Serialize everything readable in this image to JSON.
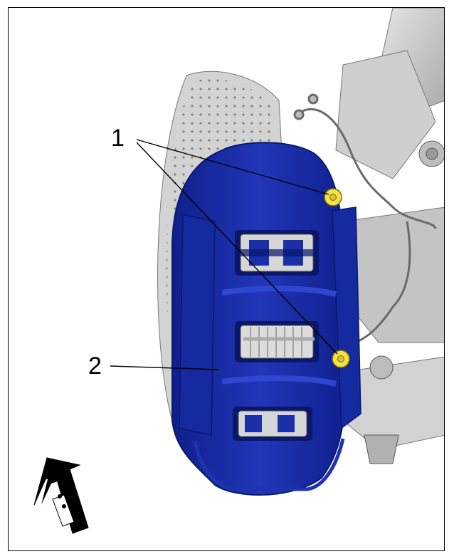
{
  "callouts": [
    {
      "id": "1",
      "label": "1",
      "meaning": "caliper-mounting-bolt"
    },
    {
      "id": "2",
      "label": "2",
      "meaning": "brake-caliper"
    }
  ],
  "colors": {
    "caliper": "#1a2fa8",
    "caliper_dark": "#0b1b78",
    "bolt": "#f2e24a",
    "metal": "#c9c9c9",
    "metal_dark": "#8a8a8a",
    "line": "#000000"
  },
  "icons": {
    "direction_arrow": "vehicle-forward-direction-arrow-icon"
  }
}
